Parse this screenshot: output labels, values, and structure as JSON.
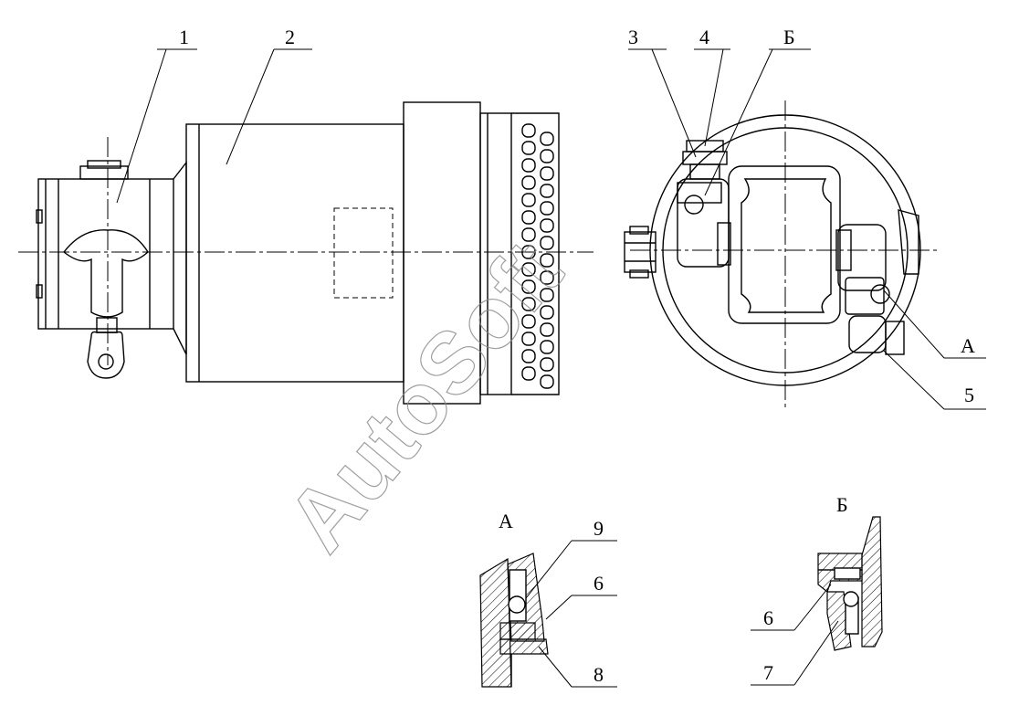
{
  "labels": {
    "l1": "1",
    "l2": "2",
    "l3": "3",
    "l4": "4",
    "l5": "5",
    "lB_top": "Б",
    "lA_side": "А",
    "lA_detail": "А",
    "lB_detail": "Б",
    "l6a": "6",
    "l6b": "6",
    "l7": "7",
    "l8": "8",
    "l9": "9"
  },
  "watermark": "AutoSoft"
}
